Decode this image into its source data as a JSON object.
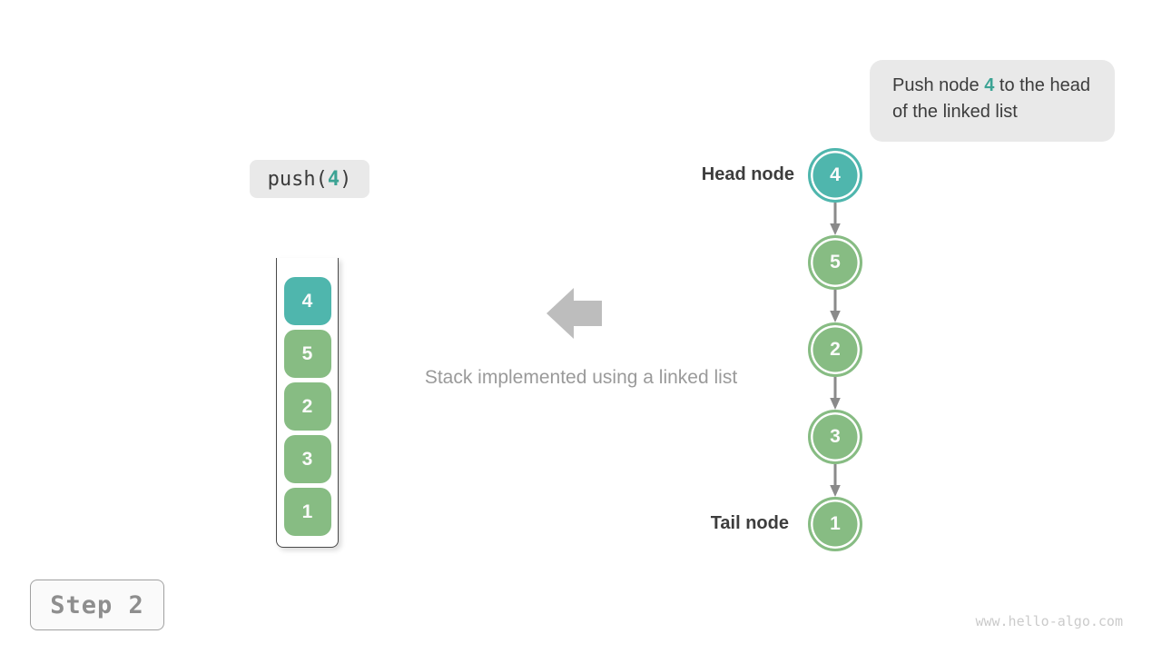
{
  "callout": {
    "prefix": "Push node ",
    "value": "4",
    "suffix": " to the head of the linked list"
  },
  "operation": {
    "fn": "push(",
    "arg": "4",
    "close": ")"
  },
  "stack": {
    "items": [
      {
        "value": "4",
        "highlight": true
      },
      {
        "value": "5",
        "highlight": false
      },
      {
        "value": "2",
        "highlight": false
      },
      {
        "value": "3",
        "highlight": false
      },
      {
        "value": "1",
        "highlight": false
      }
    ]
  },
  "caption": "Stack implemented using a linked list",
  "linked_list": {
    "head_label": "Head node",
    "tail_label": "Tail node",
    "nodes": [
      {
        "value": "4",
        "highlight": true
      },
      {
        "value": "5",
        "highlight": false
      },
      {
        "value": "2",
        "highlight": false
      },
      {
        "value": "3",
        "highlight": false
      },
      {
        "value": "1",
        "highlight": false
      }
    ]
  },
  "step_badge": "Step 2",
  "watermark": "www.hello-algo.com",
  "colors": {
    "highlight_node": "#4fb6ad",
    "normal_node": "#87bc83",
    "accent_text": "#3ca394",
    "dark_text": "#3c3c3c",
    "muted_text": "#9a9a9a",
    "block_arrow_gray": "#bdbdbd",
    "connector_gray": "#8a8a8a",
    "box_bg": "#e9e9e9"
  }
}
